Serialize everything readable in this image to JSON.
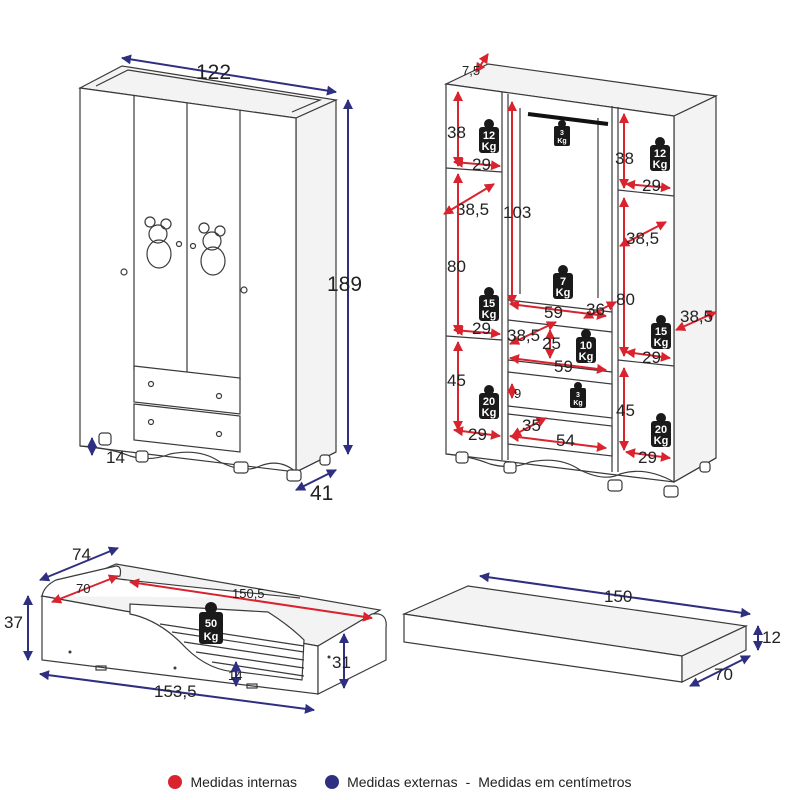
{
  "colors": {
    "internal": "#d9242f",
    "external": "#2e2f80"
  },
  "wardrobe": {
    "width": "122",
    "height": "189",
    "depth": "41",
    "foot": "14"
  },
  "interior": {
    "top": "7,5",
    "left_top_h": "38",
    "left_top_w": "29",
    "left_top_load": [
      "12",
      "Kg"
    ],
    "left_mid_diag": "38,5",
    "left_mid_h": "80",
    "left_mid_w": "29",
    "left_mid_load": [
      "15",
      "Kg"
    ],
    "left_bot_h": "45",
    "left_bot_w": "29",
    "left_bot_load": [
      "20",
      "Kg"
    ],
    "center_h": "103",
    "rail_load": [
      "3",
      "Kg"
    ],
    "center_shelf_load": [
      "7",
      "Kg"
    ],
    "center_shelf_w": "59",
    "center_shelf_d": "36",
    "center_lower_diag": "38,5",
    "center_lower_h": "25",
    "center_lower_w": "59",
    "center_lower_load": [
      "10",
      "Kg"
    ],
    "drawer_h": "9",
    "drawer_load": [
      "3",
      "Kg"
    ],
    "drawer_d": "35",
    "drawer_w": "54",
    "right_top_h": "38",
    "right_top_w": "29",
    "right_top_load": [
      "12",
      "Kg"
    ],
    "right_mid_diag": "38,5",
    "right_mid_h": "80",
    "right_mid_w": "29",
    "right_mid_load": [
      "15",
      "Kg"
    ],
    "right_side_diag": "38,5",
    "right_bot_h": "45",
    "right_bot_w": "29",
    "right_bot_load": [
      "20",
      "Kg"
    ]
  },
  "bed": {
    "depth": "74",
    "height": "37",
    "inner_depth": "70",
    "inner_length": "150,5",
    "length": "153,5",
    "side_height": "31",
    "foot": "14",
    "load": [
      "50",
      "Kg"
    ]
  },
  "mattress": {
    "length": "150",
    "height": "12",
    "depth": "70"
  },
  "legend": {
    "internal": "Medidas internas",
    "external": "Medidas externas",
    "separator": "-",
    "units": "Medidas em centímetros"
  }
}
